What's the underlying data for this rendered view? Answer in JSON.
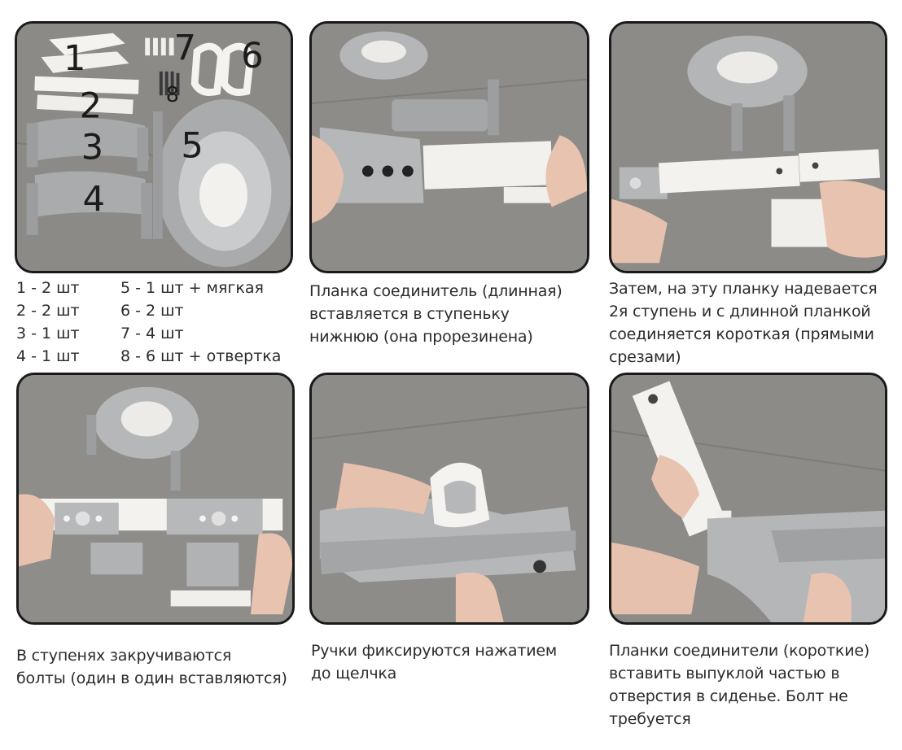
{
  "panel1": {
    "labels": [
      "1",
      "2",
      "3",
      "4",
      "5",
      "6",
      "7",
      "8"
    ],
    "parts_left": [
      "1 - 2 шт",
      "2 - 2 шт",
      "3 - 1 шт",
      "4 - 1 шт"
    ],
    "parts_right": [
      "5 - 1 шт + мягкая",
      "6 - 2 шт",
      "7 - 4 шт",
      "8 - 6 шт + отвертка"
    ]
  },
  "panel2": {
    "caption": [
      "Планка соединитель (длинная)",
      "вставляется в ступеньку",
      "нижнюю (она прорезинена)"
    ]
  },
  "panel3": {
    "caption": [
      "Затем, на эту планку надевается",
      "2я ступень и с длинной планкой",
      "соединяется короткая (прямыми",
      "срезами)"
    ]
  },
  "panel4": {
    "caption": [
      "В ступенях закручиваются",
      "болты (один в один вставляются)"
    ]
  },
  "panel5": {
    "caption": [
      "Ручки фиксируются нажатием",
      "до щелчка"
    ]
  },
  "panel6": {
    "caption": [
      "Планки соединители (короткие)",
      "вставить выпуклой частью в",
      "отверстия в сиденье. Болт не",
      "требуется"
    ]
  },
  "colors": {
    "floor": "#8e8d8a",
    "plastic_gray": "#b9bbbd",
    "plastic_white": "#f2f2ef",
    "skin": "#e9c6b3",
    "frame": "#1a1a1a"
  }
}
